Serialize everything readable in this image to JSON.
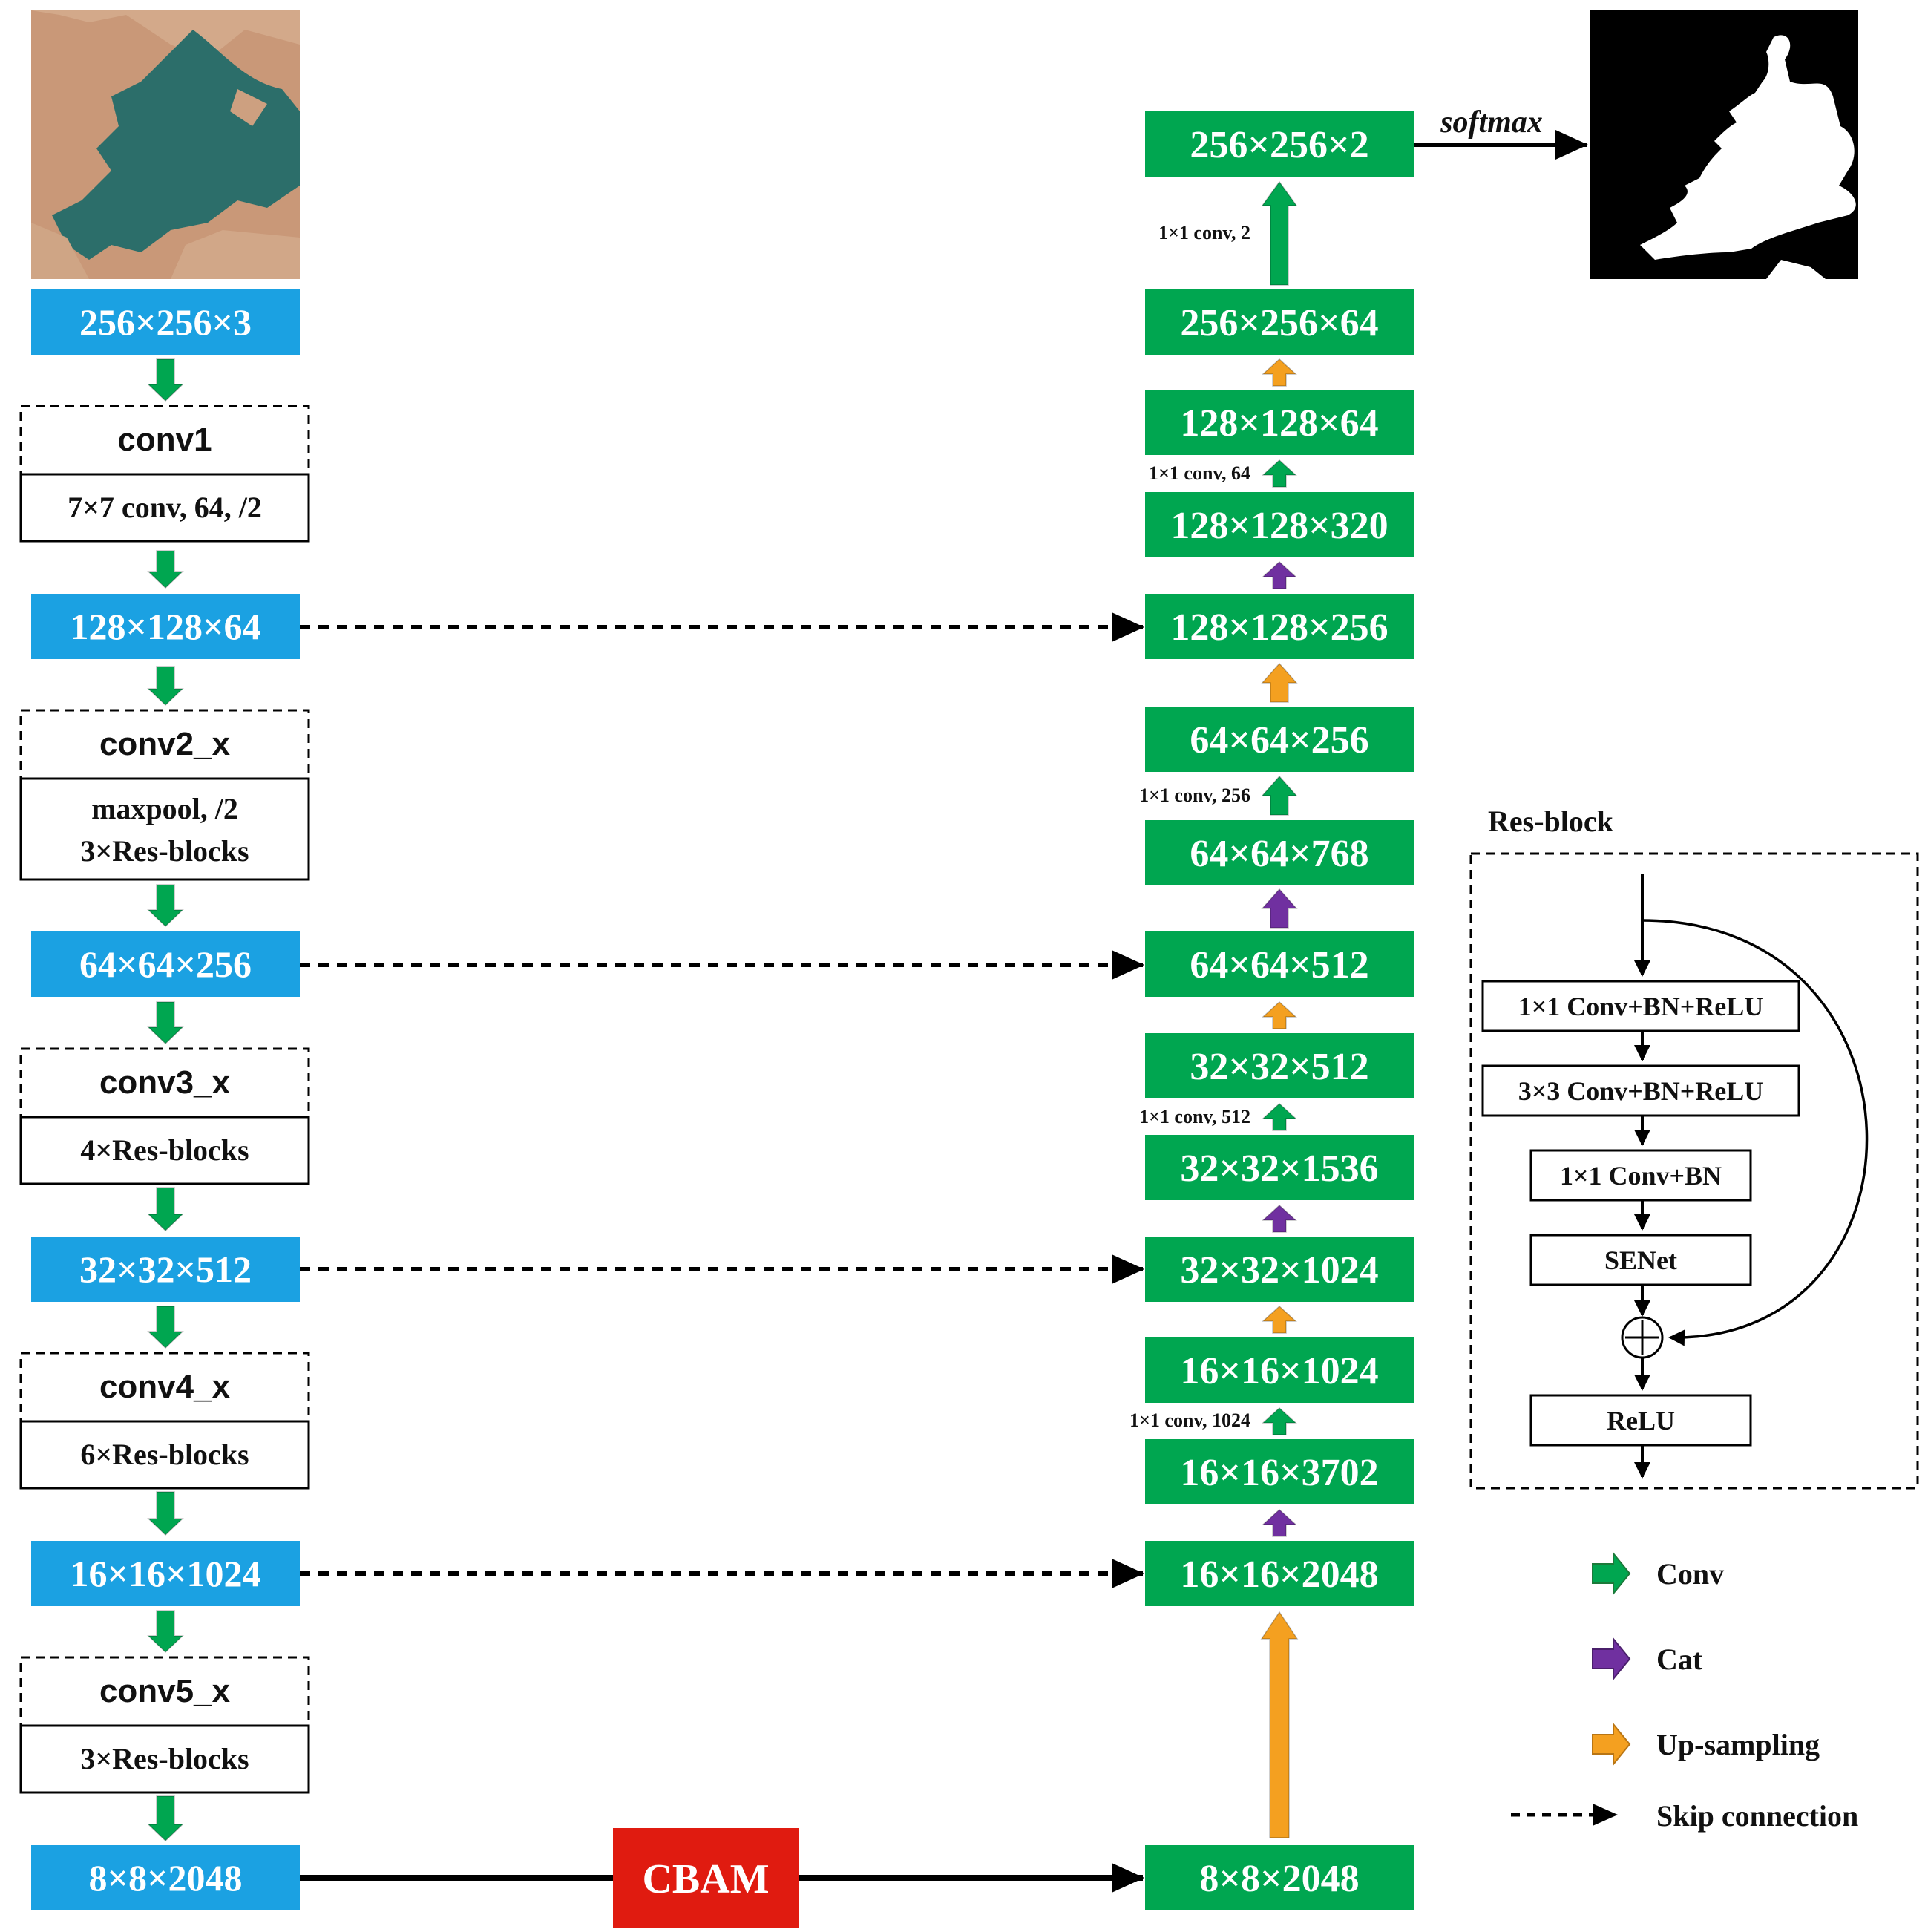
{
  "encoder": {
    "blocks": [
      "256×256×3",
      "128×128×64",
      "64×64×256",
      "32×32×512",
      "16×16×1024",
      "8×8×2048"
    ],
    "stages": [
      {
        "name": "conv1",
        "ops": [
          "7×7 conv, 64, /2"
        ]
      },
      {
        "name": "conv2_x",
        "ops": [
          "maxpool, /2",
          "3×Res-blocks"
        ]
      },
      {
        "name": "conv3_x",
        "ops": [
          "4×Res-blocks"
        ]
      },
      {
        "name": "conv4_x",
        "ops": [
          "6×Res-blocks"
        ]
      },
      {
        "name": "conv5_x",
        "ops": [
          "3×Res-blocks"
        ]
      }
    ]
  },
  "cbam": "CBAM",
  "decoder": {
    "blocks": [
      "256×256×2",
      "256×256×64",
      "128×128×64",
      "128×128×320",
      "128×128×256",
      "64×64×256",
      "64×64×768",
      "64×64×512",
      "32×32×512",
      "32×32×1536",
      "32×32×1024",
      "16×16×1024",
      "16×16×3702",
      "16×16×2048",
      "8×8×2048"
    ],
    "conv_labels": [
      "1×1 conv, 2",
      "1×1 conv, 64",
      "1×1 conv, 256",
      "1×1 conv, 512",
      "1×1 conv, 1024"
    ]
  },
  "softmax": "softmax",
  "resblock": {
    "title": "Res-block",
    "steps": [
      "1×1 Conv+BN+ReLU",
      "3×3 Conv+BN+ReLU",
      "1×1 Conv+BN",
      "SENet",
      "ReLU"
    ]
  },
  "legend": {
    "conv": "Conv",
    "cat": "Cat",
    "upsampling": "Up-sampling",
    "skip": "Skip connection"
  },
  "colors": {
    "encoder_block": "#1ba1e2",
    "decoder_block": "#00a650",
    "conv_arrow": "#00a650",
    "cat_arrow": "#7030a0",
    "up_arrow": "#f4a020",
    "cbam": "#e01b10"
  }
}
